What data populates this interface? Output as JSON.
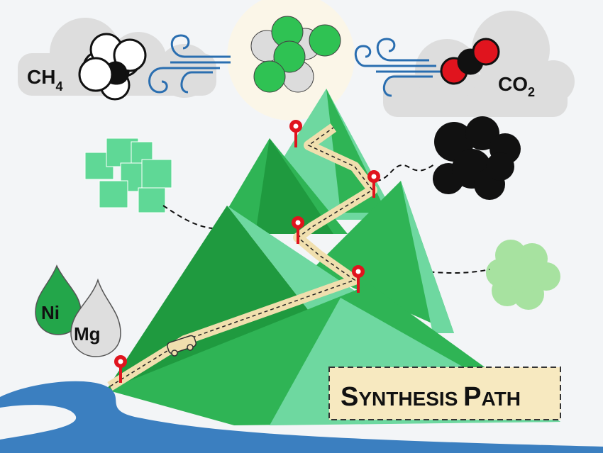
{
  "labels": {
    "methane": "CH",
    "methane_sub": "4",
    "carbon_dioxide": "CO",
    "carbon_dioxide_sub": "2",
    "nickel": "Ni",
    "magnesium": "Mg",
    "synthesis_path_first_S": "S",
    "synthesis_path_rest1": "YNTHESIS ",
    "synthesis_path_P": "P",
    "synthesis_path_rest2": "ATH"
  },
  "colors": {
    "dark_green": "#1f9a3f",
    "mid_green": "#2fb455",
    "light_green": "#6ed8a0",
    "path": "#f0dfae",
    "pin": "#e0141e",
    "river": "#3b7fc0",
    "cloud": "#dcdcdc"
  }
}
